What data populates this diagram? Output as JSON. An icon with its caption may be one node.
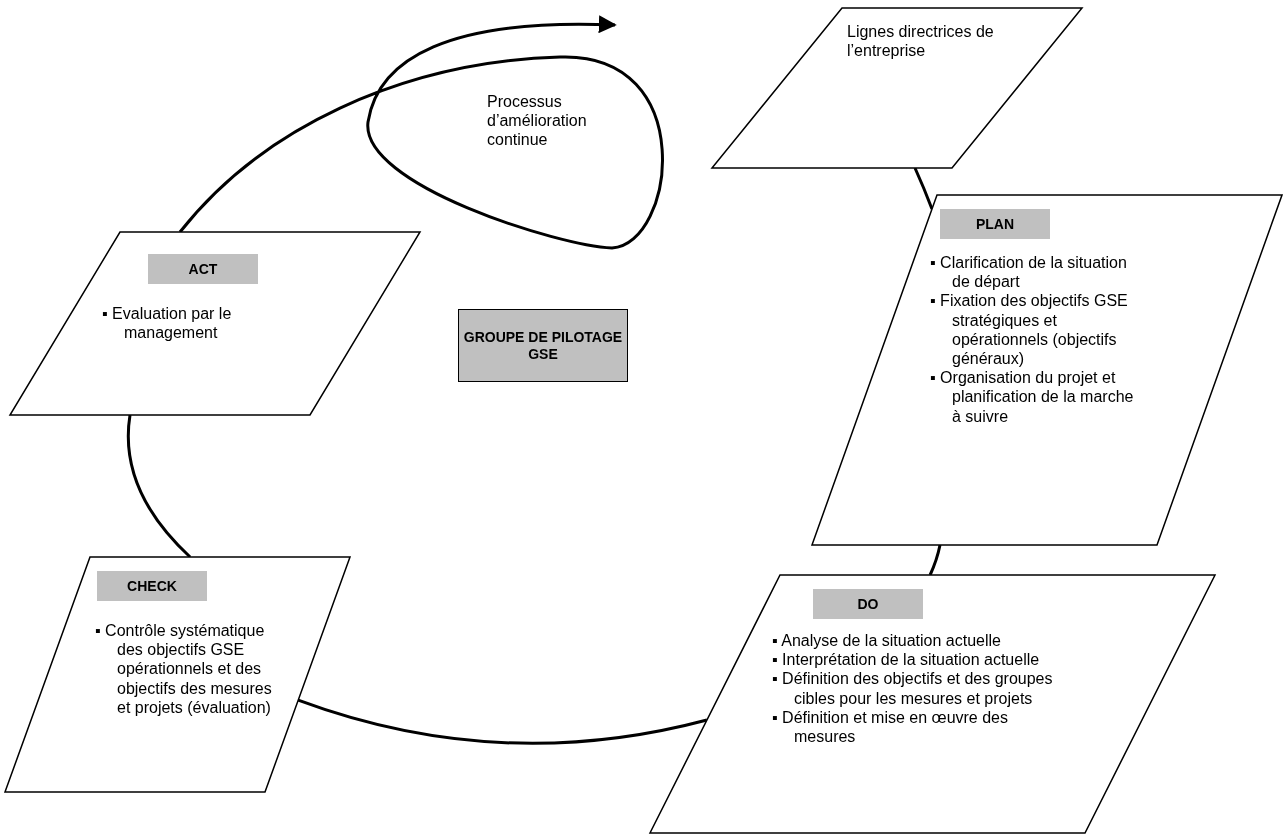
{
  "diagram": {
    "nodes": [
      {
        "text": [
          "Lignes directrices de l’entreprise"
        ]
      },
      {
        "text": [
          "Processus d’amélioration continue"
        ]
      },
      {
        "text": [
          "▪ Clarification de la situation de départ",
          "▪ Fixation des objectifs GSE stratégiques et opérationnels (objectifs généraux)",
          "▪ Organisation du projet et planification de la marche à suivre"
        ]
      },
      {
        "text": [
          "PLAN"
        ],
        "in": 2
      },
      {
        "text": [
          "▪ Evaluation par le management"
        ]
      },
      {
        "text": [
          "ACT"
        ],
        "in": 4
      },
      {
        "text": [
          "GROUPE DE PILOTAGE GSE"
        ]
      },
      {
        "text": [
          "▪ Contrôle systématique des objectifs GSE opérationnels et des objectifs des mesures et projets (évaluation)"
        ]
      },
      {
        "text": [
          "CHECK"
        ],
        "in": 7
      },
      {
        "text": [
          "▪ Analyse de la situation actuelle",
          "▪ Interprétation de la situation actuelle",
          "▪ Définition des objectifs et des groupes cibles pour les mesures et projets",
          "▪ Définition et mise en œuvre des mesures"
        ]
      },
      {
        "text": [
          "DO"
        ],
        "in": 9
      }
    ],
    "edges": [
      {
        "from": 0,
        "to": 2,
        "arrow": "none"
      },
      {
        "from": 2,
        "to": 9,
        "arrow": "none"
      },
      {
        "from": 9,
        "to": 7,
        "arrow": "none"
      },
      {
        "from": 7,
        "to": 4,
        "arrow": "none"
      },
      {
        "from": 4,
        "to": null,
        "arrow": "to"
      }
    ]
  }
}
